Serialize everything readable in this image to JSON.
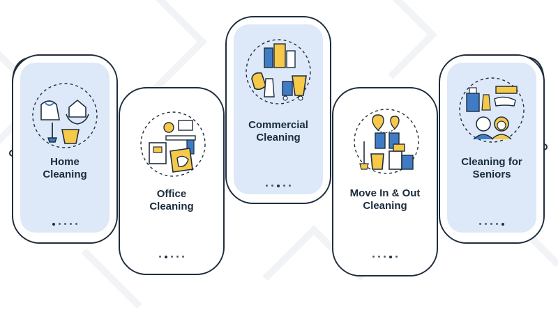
{
  "steps": [
    {
      "label_line1": "Home",
      "label_line2": "Cleaning",
      "icon": "home-cleaning-icon",
      "active_dot": 1
    },
    {
      "label_line1": "Office",
      "label_line2": "Cleaning",
      "icon": "office-cleaning-icon",
      "active_dot": 2
    },
    {
      "label_line1": "Commercial",
      "label_line2": "Cleaning",
      "icon": "commercial-cleaning-icon",
      "active_dot": 3
    },
    {
      "label_line1": "Move In & Out",
      "label_line2": "Cleaning",
      "icon": "move-cleaning-icon",
      "active_dot": 4
    },
    {
      "label_line1": "Cleaning for",
      "label_line2": "Seniors",
      "icon": "senior-cleaning-icon",
      "active_dot": 5
    }
  ],
  "colors": {
    "accent": "#f7c948",
    "stroke": "#1f2d3d",
    "panel": "#dde9f8",
    "blue": "#3f7cc4"
  }
}
